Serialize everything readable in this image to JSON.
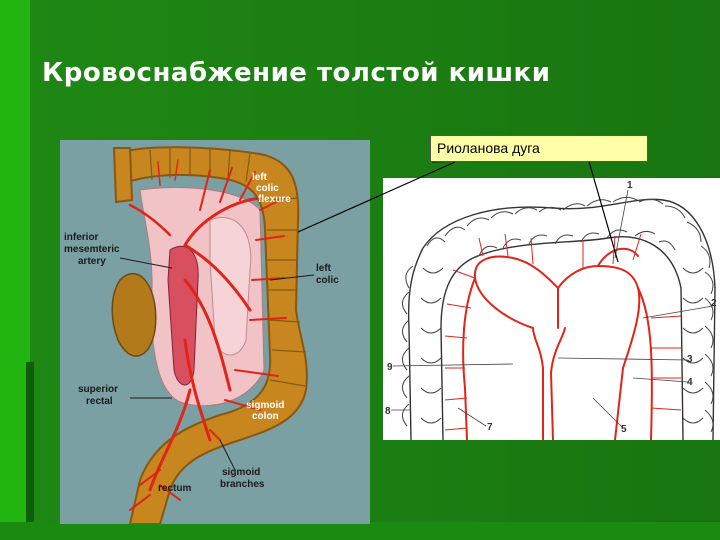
{
  "slide": {
    "title": "Кровоснабжение толстой кишки"
  },
  "callout": {
    "label": "Риоланова дуга"
  },
  "photo_labels": {
    "left_colic_flexure_1": "left",
    "left_colic_flexure_2": "colic",
    "left_colic_flexure_3": "flexure",
    "inferior_1": "inferior",
    "inferior_2": "mesemteric",
    "inferior_3": "artery",
    "left_colic_1": "left",
    "left_colic_2": "colic",
    "superior_rectal_1": "superior",
    "superior_rectal_2": "rectal",
    "sigmoid_colon_1": "sigmoid",
    "sigmoid_colon_2": "colon",
    "sigmoid_branches_1": "sigmoid",
    "sigmoid_branches_2": "branches",
    "rectum": "rectum"
  },
  "schematic_numbers": {
    "n1": "1",
    "n2": "2",
    "n3": "3",
    "n4": "4",
    "n5": "5",
    "n7": "7",
    "n8": "8",
    "n9": "9"
  },
  "colors": {
    "slide_green": "#1b7a12",
    "callout_bg": "#ffffa8",
    "artery_red": "#e02418",
    "colon_orange": "#c8861e",
    "panel_teal": "#7aa0a4"
  }
}
